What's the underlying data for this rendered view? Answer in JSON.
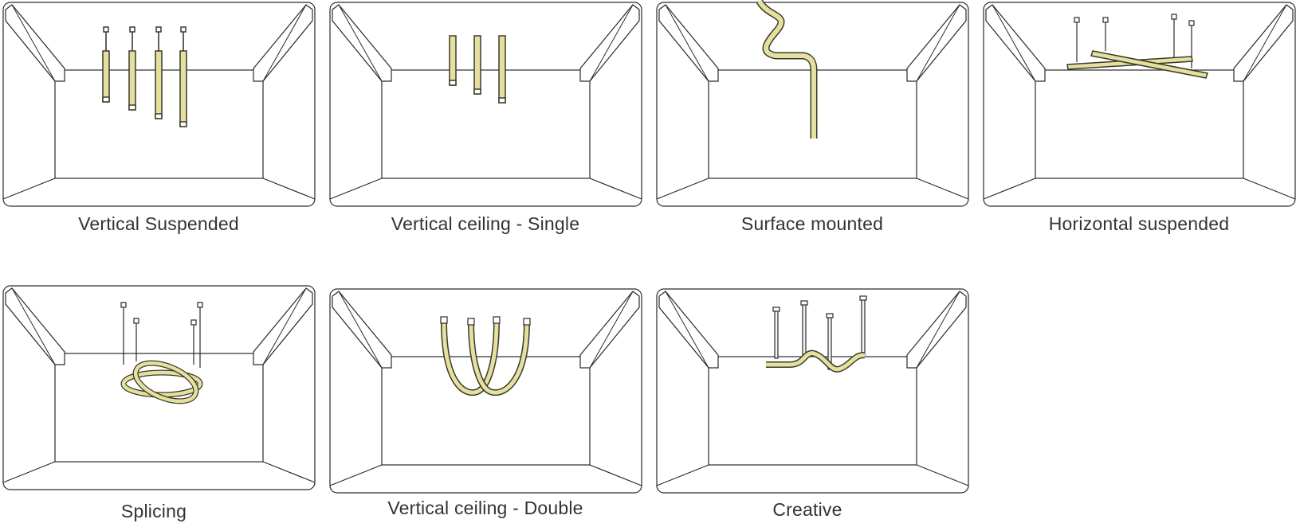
{
  "colors": {
    "line": "#2a2a2a",
    "fixture_fill": "#e6e0a0",
    "fixture_stroke": "#3a3a2a",
    "caption_text": "#333333"
  },
  "panels": [
    {
      "key": "p1",
      "caption": "Vertical Suspended",
      "icon": "vertical-suspended-diagram"
    },
    {
      "key": "p2",
      "caption": "Vertical ceiling - Single",
      "icon": "vertical-ceiling-single-diagram"
    },
    {
      "key": "p3",
      "caption": "Surface mounted",
      "icon": "surface-mounted-diagram"
    },
    {
      "key": "p4",
      "caption": "Horizontal suspended",
      "icon": "horizontal-suspended-diagram"
    },
    {
      "key": "p5",
      "caption": "Splicing",
      "icon": "splicing-diagram"
    },
    {
      "key": "p6",
      "caption": "Vertical ceiling - Double",
      "icon": "vertical-ceiling-double-diagram"
    },
    {
      "key": "p7",
      "caption": "Creative",
      "icon": "creative-diagram"
    }
  ]
}
